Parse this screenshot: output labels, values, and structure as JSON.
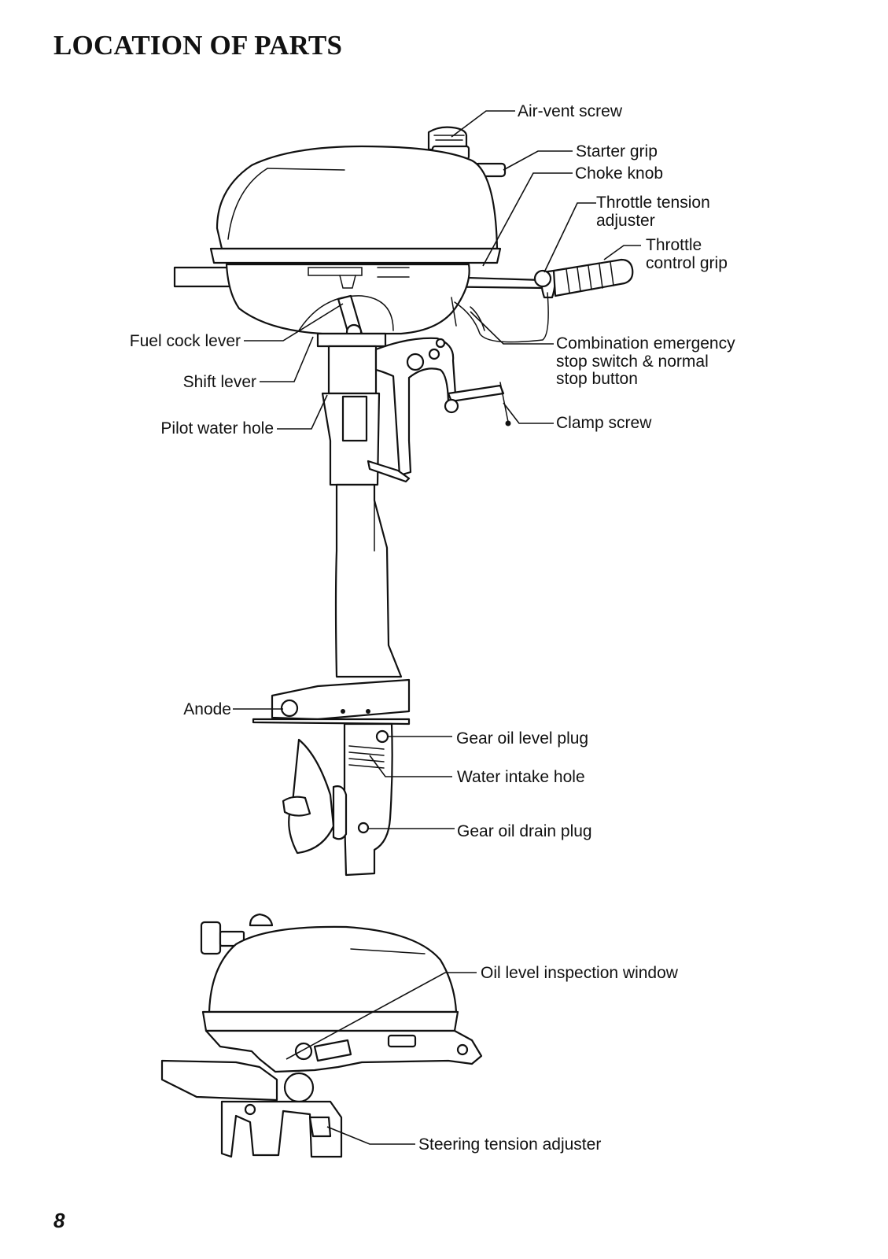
{
  "page": {
    "title": "LOCATION OF PARTS",
    "number": "8"
  },
  "labels": {
    "air_vent_screw": "Air-vent screw",
    "starter_grip": "Starter grip",
    "choke_knob": "Choke knob",
    "throttle_tension_adjuster": [
      "Throttle tension",
      "adjuster"
    ],
    "throttle_control_grip": [
      "Throttle",
      "control grip"
    ],
    "fuel_cock_lever": "Fuel cock lever",
    "combination_emergency_stop": [
      "Combination emergency",
      "stop switch & normal",
      "stop button"
    ],
    "shift_lever": "Shift lever",
    "pilot_water_hole": "Pilot water hole",
    "clamp_screw": "Clamp screw",
    "anode": "Anode",
    "gear_oil_level_plug": "Gear oil level plug",
    "water_intake_hole": "Water intake hole",
    "gear_oil_drain_plug": "Gear oil drain plug",
    "oil_level_inspection_window": "Oil level inspection window",
    "steering_tension_adjuster": "Steering tension adjuster"
  }
}
